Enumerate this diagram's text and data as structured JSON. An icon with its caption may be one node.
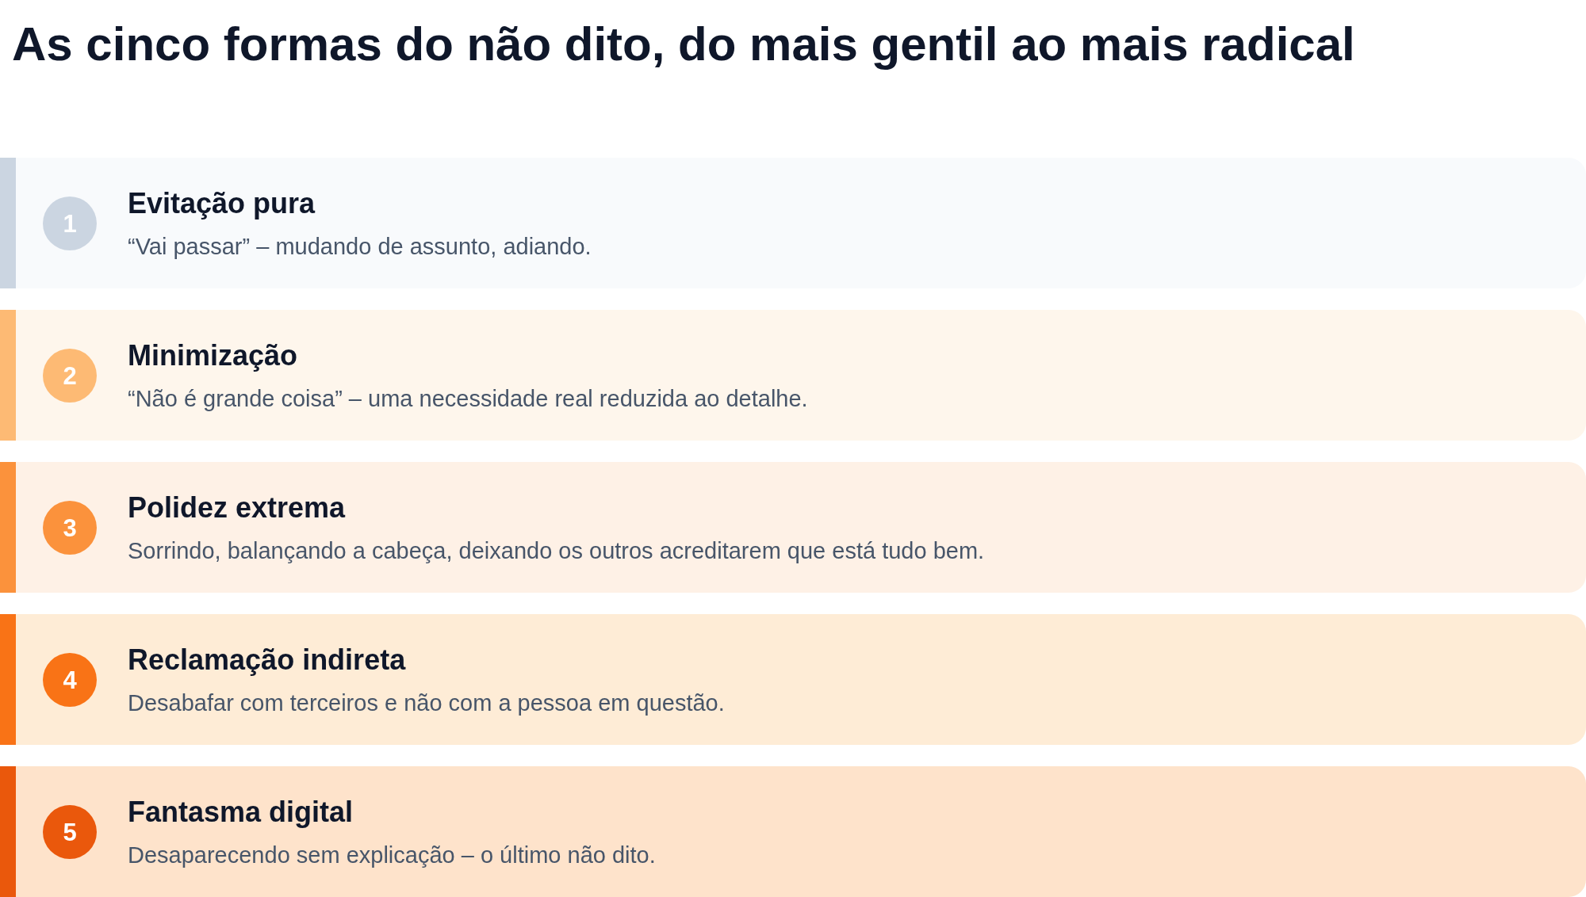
{
  "diagram": {
    "title": "As cinco formas do não dito, do mais gentil ao mais radical",
    "nodes": [
      {
        "text": [
          "Evitação pura",
          "“Vai passar” – mudando de assunto, adiando."
        ]
      },
      {
        "text": [
          "1"
        ],
        "in": 0
      },
      {
        "text": [
          "Minimização",
          "“Não é grande coisa” – uma necessidade real reduzida ao detalhe."
        ]
      },
      {
        "text": [
          "2"
        ],
        "in": 2
      },
      {
        "text": [
          "Polidez extrema",
          "Sorrindo, balançando a cabeça, deixando os outros acreditarem que está tudo bem."
        ]
      },
      {
        "text": [
          "3"
        ],
        "in": 4
      },
      {
        "text": [
          "Reclamação indireta",
          "Desabafar com terceiros e não com a pessoa em questão."
        ]
      },
      {
        "text": [
          "4"
        ],
        "in": 6
      },
      {
        "text": [
          "Fantasma digital",
          "Desaparecendo sem explicação – o último não dito."
        ]
      },
      {
        "text": [
          "5"
        ],
        "in": 8
      }
    ]
  }
}
